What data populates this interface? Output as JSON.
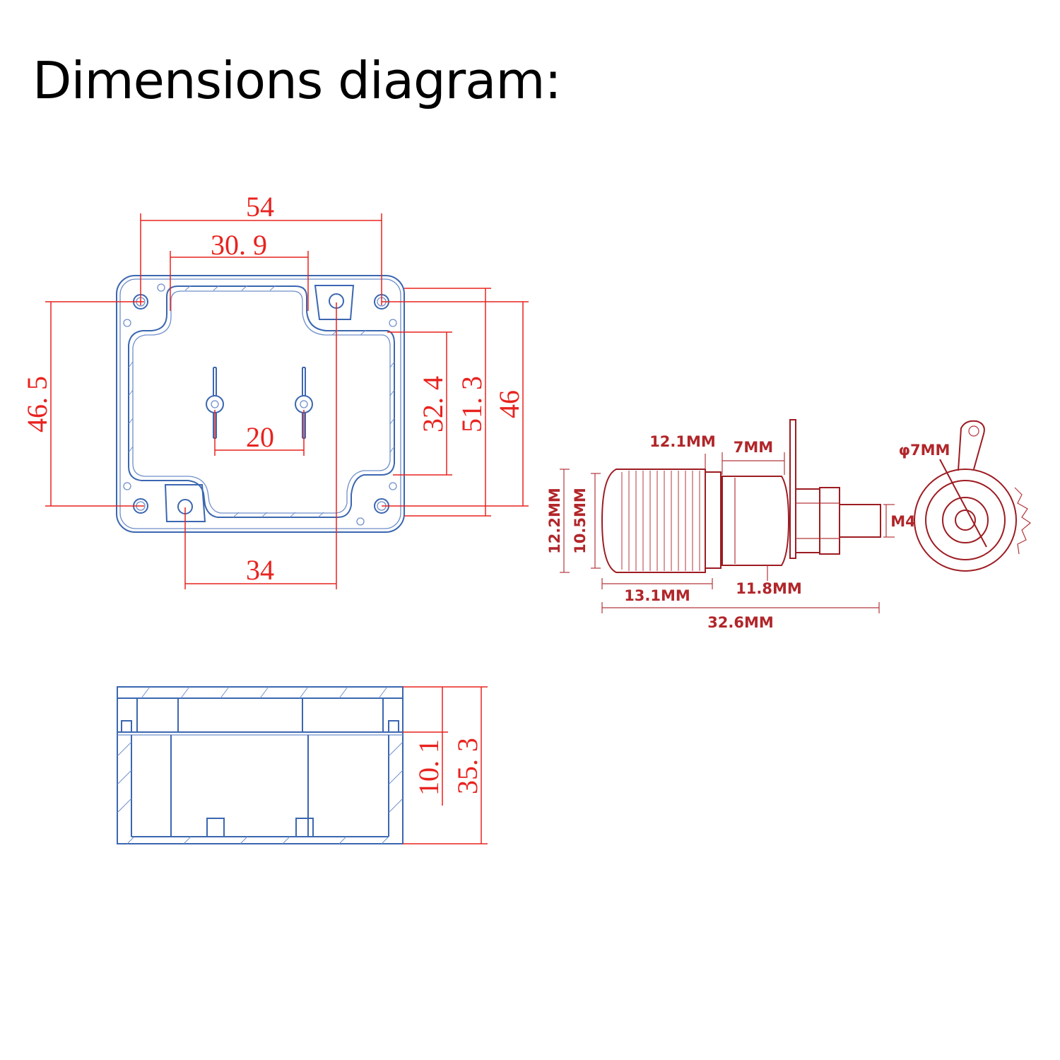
{
  "title": "Dimensions diagram:",
  "colors": {
    "outline": "#3b67b0",
    "dimension": "#e8231f",
    "terminal": "#9d1c22"
  },
  "top_view": {
    "width_total": "54",
    "width_inner": "30. 9",
    "height_left": "46. 5",
    "height_inner": "32. 4",
    "height_outer": "51. 3",
    "height_right": "46",
    "terminal_spacing": "20",
    "hole_spacing": "34"
  },
  "side_view": {
    "lid_height": "10. 1",
    "total_height": "35. 3"
  },
  "terminal": {
    "nut_length": "12.1MM",
    "body_length": "7MM",
    "hole_diameter": "φ7MM",
    "thread": "M4",
    "outer_diameter": "12.2MM",
    "inner_diameter": "10.5MM",
    "cap_length": "13.1MM",
    "collar_length": "11.8MM",
    "total_length": "32.6MM"
  }
}
